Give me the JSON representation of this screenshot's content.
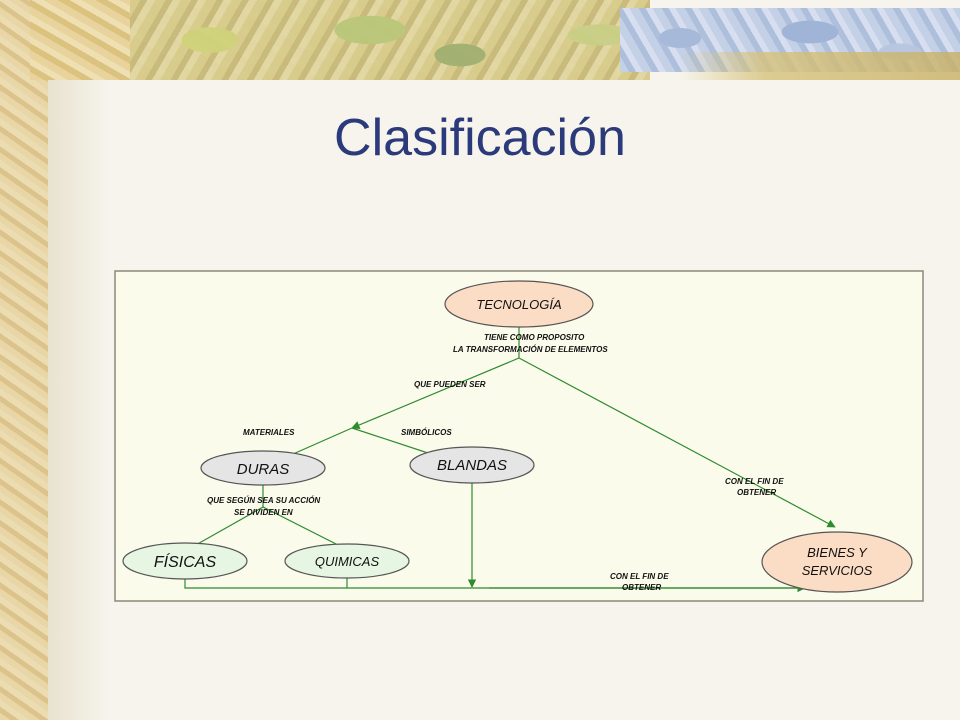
{
  "slide": {
    "title": "Clasificación"
  },
  "diagram": {
    "nodes": {
      "tecnologia": "TECNOLOGÍA",
      "duras": "DURAS",
      "blandas": "BLANDAS",
      "fisicas": "FÍSICAS",
      "quimicas": "QUIMICAS",
      "bienes_line1": "BIENES Y",
      "bienes_line2": "SERVICIOS"
    },
    "labels": {
      "proposito_line1": "TIENE COMO PROPOSITO",
      "proposito_line2": "LA TRANSFORMACIÓN DE ELEMENTOS",
      "pueden_ser": "QUE PUEDEN SER",
      "materiales": "MATERIALES",
      "simbolicos": "SIMBÓLICOS",
      "accion_line1": "QUE SEGÚN SEA SU ACCIÓN",
      "accion_line2": "SE DIVIDEN EN",
      "fin_right_line1": "CON EL FIN DE",
      "fin_right_line2": "OBTENER",
      "fin_bottom_line1": "CON EL FIN DE",
      "fin_bottom_line2": "OBTENER"
    },
    "colors": {
      "tecnologia_fill": "#fbdcc4",
      "bienes_fill": "#fbdcc4",
      "duras_fill": "#e5e5e5",
      "blandas_fill": "#e5e5e5",
      "fisicas_fill": "#e6f6e2",
      "quimicas_fill": "#e6f6e2",
      "panel_fill": "#fbfbec",
      "connector": "#2e8b2e",
      "title": "#2b3a7a"
    }
  }
}
